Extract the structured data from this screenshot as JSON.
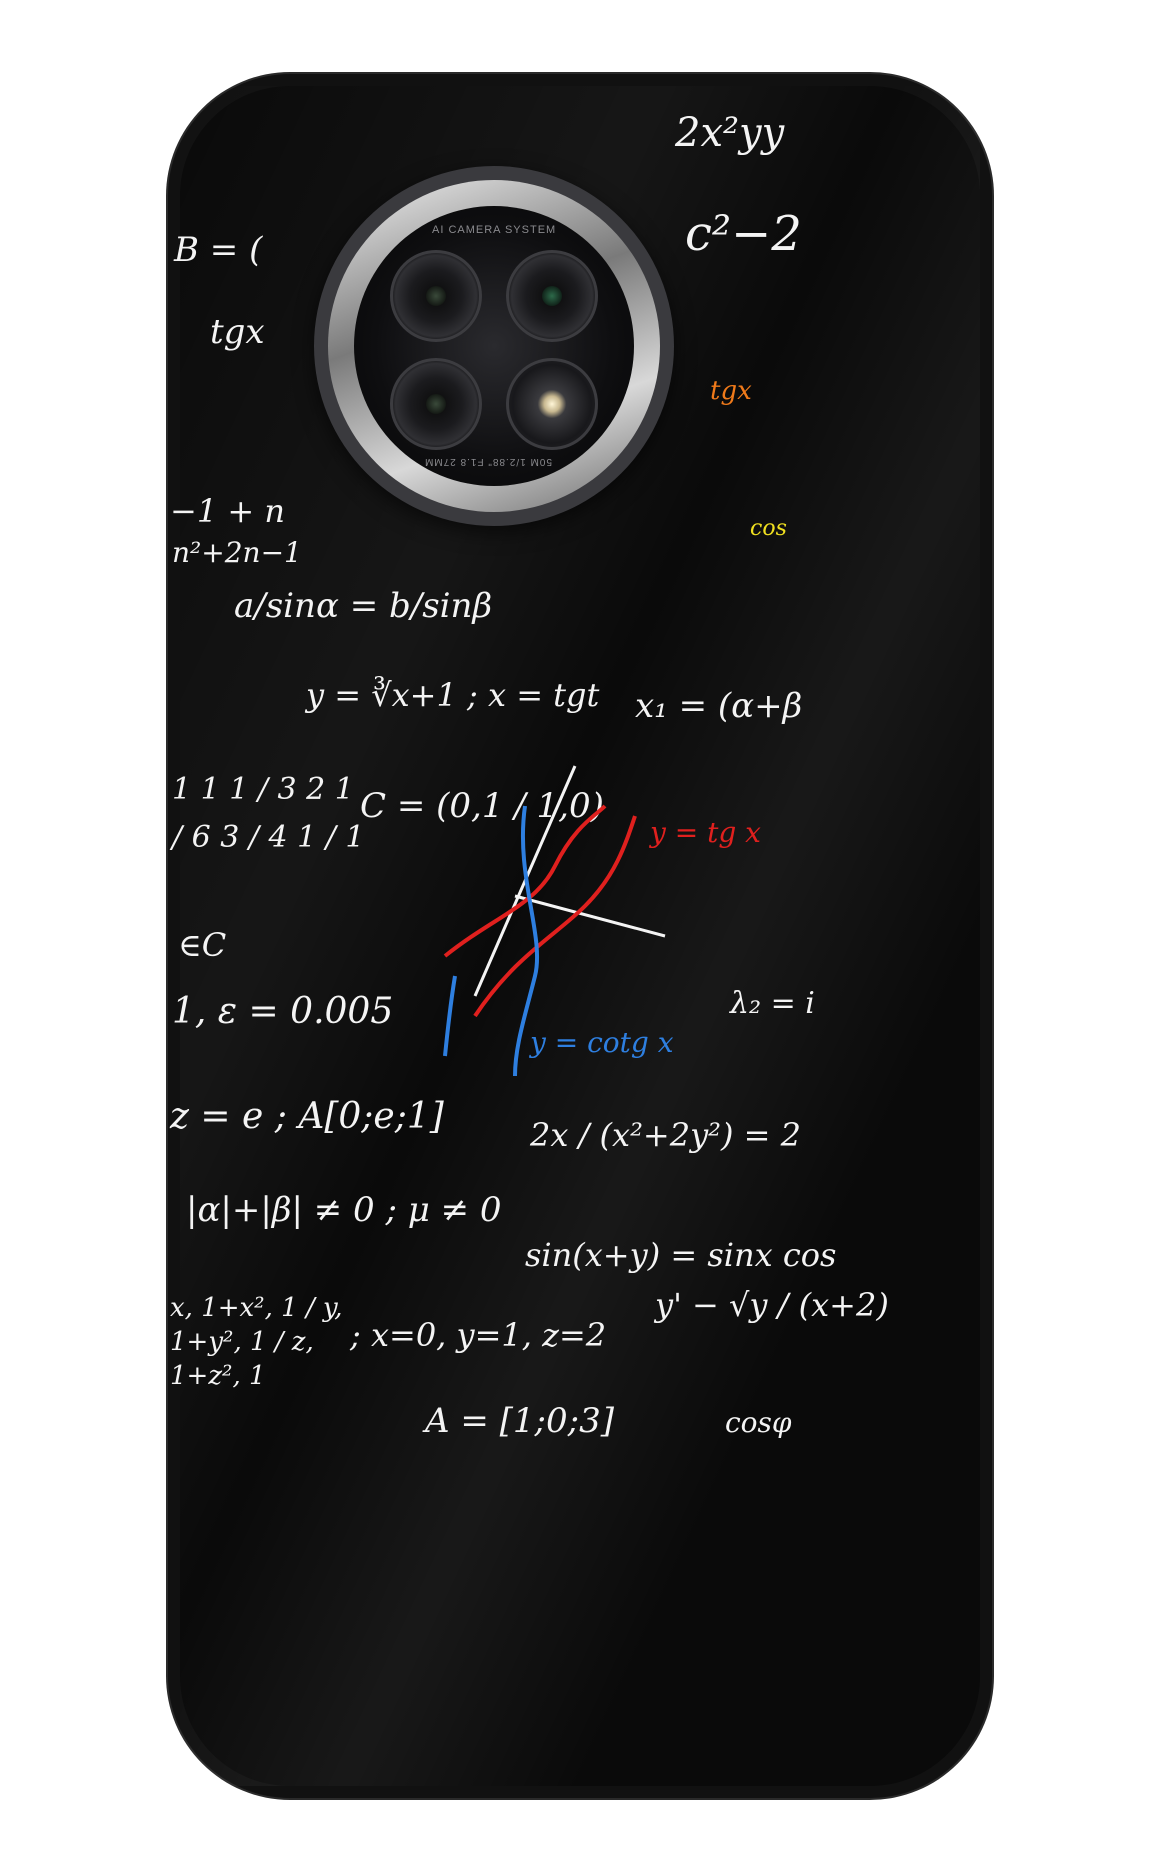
{
  "product": {
    "type": "phone-case",
    "background_color": "#0a0a0a",
    "camera_module": {
      "top_label": "AI CAMERA SYSTEM",
      "bottom_label": "50M 1/2.88\" F1.8 27MM"
    }
  },
  "formulas": {
    "f1": "2x²yy",
    "f2": "c²−2",
    "f3": "B = (",
    "f4": "tgx",
    "f5": "−1 + n",
    "f6": "n²+2n−1",
    "f7": "a/sinα = b/sinβ",
    "f8": "y = ∛x+1 ; x = tgt",
    "f9": "C = (0,1 / 1,0)",
    "f10": "x₁ = (α+β",
    "f11": "1 1 1 / 3 2 1 / 6 3 / 4 1 / 1",
    "f12": "∈C",
    "f13": "1, ε = 0.005",
    "f14": "y = tg x",
    "f15": "y = cotg x",
    "f16": "λ₂ = i",
    "f17": "z = e ; A[0;e;1]",
    "f18": "2x / (x²+2y²) = 2",
    "f19": "|α|+|β| ≠ 0 ; μ ≠ 0",
    "f20": "sin(x+y) = sinx cos",
    "f21": "x, 1+x², 1 / y, 1+y², 1 / z, 1+z², 1",
    "f22": "; x=0, y=1, z=2",
    "f23": "y' − √y / (x+2)",
    "f24": "A = [1;0;3]",
    "f25": "cosφ",
    "f26": "tgx",
    "f27": "cos"
  },
  "colors": {
    "chalk": "#f4f4f4",
    "red": "#e0201e",
    "blue": "#2e7fe0",
    "orange": "#f07a1a",
    "yellow": "#f0e020"
  }
}
